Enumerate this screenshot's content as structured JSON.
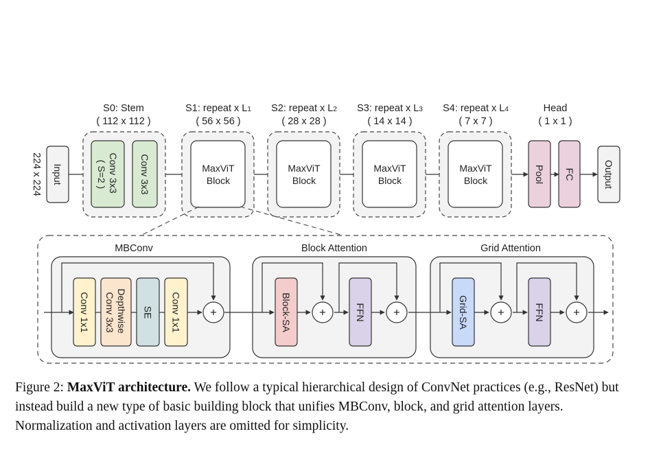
{
  "stages": {
    "s0": {
      "title": "S0: Stem",
      "size": "( 112 x 112 )"
    },
    "s1": {
      "title_prefix": "S1: repeat x L",
      "sub": "1",
      "size": "( 56 x 56 )"
    },
    "s2": {
      "title_prefix": "S2: repeat x L",
      "sub": "2",
      "size": "( 28 x 28 )"
    },
    "s3": {
      "title_prefix": "S3: repeat x L",
      "sub": "3",
      "size": "( 14 x 14 )"
    },
    "s4": {
      "title_prefix": "S4: repeat x L",
      "sub": "4",
      "size": "( 7 x 7 )"
    },
    "head": {
      "title": "Head",
      "size": "( 1 x 1 )"
    }
  },
  "input_size": "224 x 224",
  "blocks": {
    "input": "Input",
    "conv3x3_s2_line1": "Conv 3x3",
    "conv3x3_s2_line2": "( S=2 )",
    "conv3x3": "Conv 3x3",
    "maxvit_line1": "MaxViT",
    "maxvit_line2": "Block",
    "pool": "Pool",
    "fc": "FC",
    "output": "Output"
  },
  "detail": {
    "mbconv": {
      "title": "MBConv",
      "conv1x1_a": "Conv 1x1",
      "depthwise_line1": "Depthwise",
      "depthwise_line2": "Conv 3x3",
      "se": "SE",
      "conv1x1_b": "Conv 1x1"
    },
    "block_attention": {
      "title": "Block Attention",
      "sa": "Block-SA",
      "ffn": "FFN"
    },
    "grid_attention": {
      "title": "Grid Attention",
      "sa": "Grid-SA",
      "ffn": "FFN"
    },
    "plus": "+"
  },
  "caption": {
    "label": "Figure 2:",
    "bold": "MaxViT architecture.",
    "text": "We follow a typical hierarchical design of ConvNet practices (e.g., ResNet) but instead build a new type of basic building block that unifies MBConv, block, and grid attention layers. Normalization and activation layers are omitted for simplicity."
  },
  "colors": {
    "green": "#d9ead3",
    "yellow": "#fff2cc",
    "orange": "#fce5cd",
    "teal": "#d0e0e3",
    "red": "#f4cccc",
    "purple": "#d9d2e9",
    "blue": "#c9daf8",
    "pink": "#ead1dc",
    "gray": "#f3f3f3"
  }
}
